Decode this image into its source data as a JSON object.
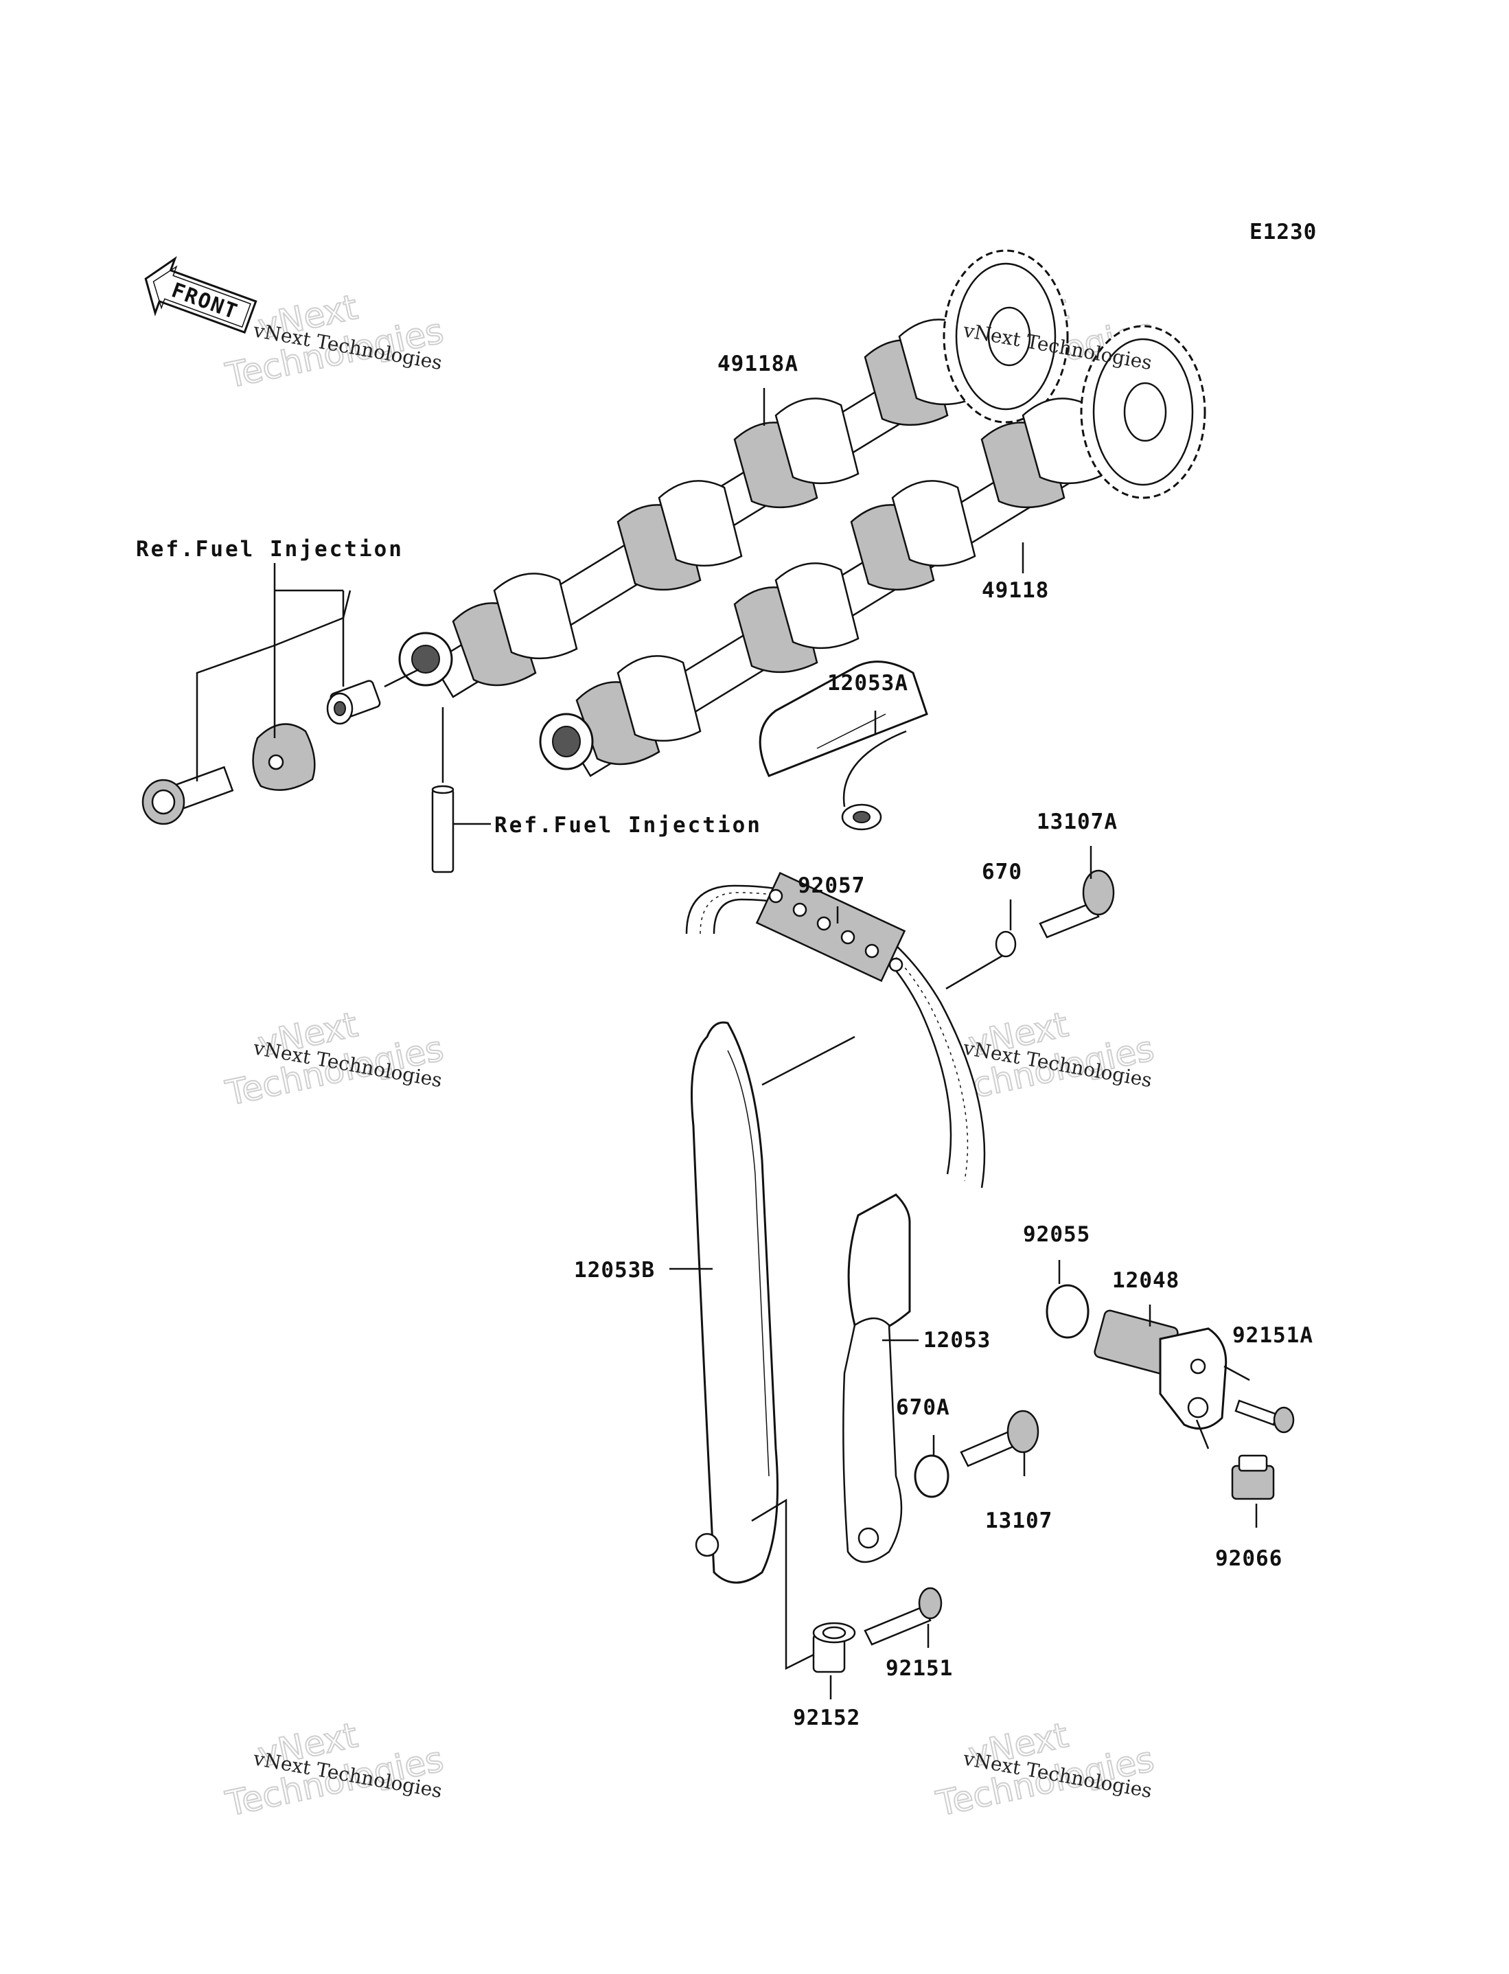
{
  "diagram_code": "E1230",
  "front_arrow": {
    "label": "FRONT",
    "icon": "front-arrow-icon"
  },
  "refs": {
    "fuel_injection_top": "Ref.Fuel Injection",
    "fuel_injection_mid": "Ref.Fuel Injection"
  },
  "parts": {
    "p49118A": "49118A",
    "p49118": "49118",
    "p12053A": "12053A",
    "p13107A": "13107A",
    "p670": "670",
    "p92057": "92057",
    "p12053B": "12053B",
    "p12053": "12053",
    "p92055": "92055",
    "p12048": "12048",
    "p92151A": "92151A",
    "p670A": "670A",
    "p13107": "13107",
    "p92066": "92066",
    "p92151": "92151",
    "p92152": "92152"
  },
  "watermarks": [
    {
      "small": "vNext Technologies",
      "big1": "vNext",
      "big2": "Technologies"
    },
    {
      "small": "vNext Technologies",
      "big1": "vNext",
      "big2": "Technologies"
    },
    {
      "small": "vNext Technologies",
      "big1": "vNext",
      "big2": "Technologies"
    },
    {
      "small": "vNext Technologies",
      "big1": "vNext",
      "big2": "Technologies"
    },
    {
      "small": "vNext Technologies",
      "big1": "vNext",
      "big2": "Technologies"
    },
    {
      "small": "vNext Technologies",
      "big1": "vNext",
      "big2": "Technologies"
    }
  ]
}
